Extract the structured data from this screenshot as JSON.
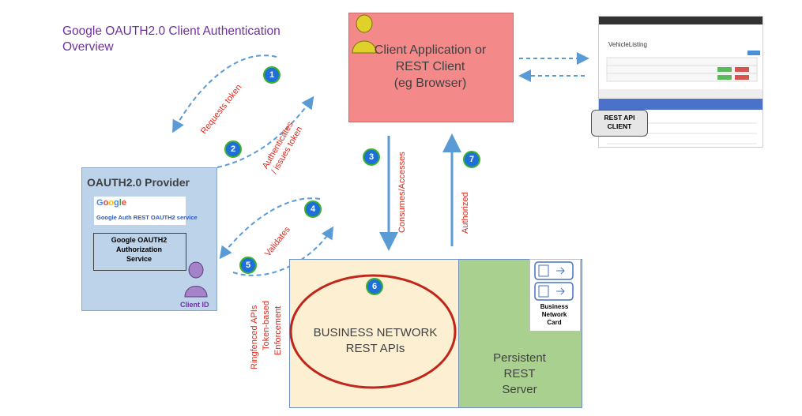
{
  "title": "Google OAUTH2.0 Client Authentication\nOverview",
  "client": {
    "label": "Client Application or\nREST Client\n(eg Browser)"
  },
  "oauth_provider": {
    "title": "OAUTH2.0 Provider",
    "google_logo": "Google",
    "google_service": "Google Auth REST OAUTH2 service",
    "authorization_service": "Google OAUTH2\nAuthorization\nService",
    "client_id": "Client ID"
  },
  "business_network": {
    "label": "BUSINESS NETWORK\nREST APIs",
    "side_label_1": "Ringfenced APIs",
    "side_label_2": "Token-based",
    "side_label_3": "Enforcement"
  },
  "persistent_server": {
    "label": "Persistent\nREST\nServer"
  },
  "business_network_card": {
    "label": "Business\nNetwork\nCard"
  },
  "screenshot": {
    "title": "VehicleListing",
    "rest_api_client": "REST API\nCLIENT"
  },
  "steps": [
    {
      "number": "1",
      "label": "Requests token"
    },
    {
      "number": "2",
      "label": "Authenticates\n/ issues token"
    },
    {
      "number": "3",
      "label": "Consumes/Accesses"
    },
    {
      "number": "4",
      "label": "Validates"
    },
    {
      "number": "5",
      "label": ""
    },
    {
      "number": "6",
      "label": ""
    },
    {
      "number": "7",
      "label": "Authorized"
    }
  ],
  "colors": {
    "client_box": "#f4898a",
    "oauth_box": "#bcd3ea",
    "bn_box": "#fdf0d2",
    "server_box": "#a9d08e",
    "arrow": "#5b9bd5",
    "label_red": "#e3281b",
    "title_purple": "#7030a0"
  }
}
